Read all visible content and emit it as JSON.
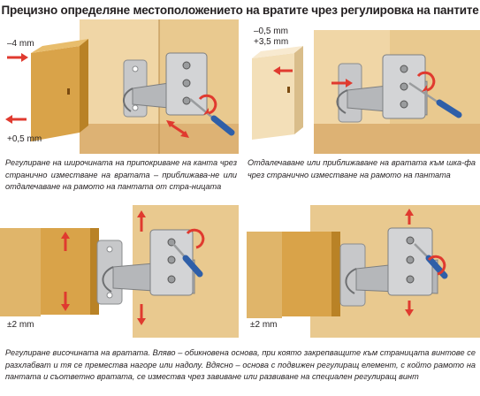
{
  "title": "Прецизно определяне местоположението на вратите чрез регулировка на пантите",
  "panels": [
    {
      "measurements": [
        "–4 mm",
        "+0,5 mm"
      ],
      "caption": "Регулиране на широчината на припокриване на канта чрез странично изместване на вратата – приближава-не или отдалечаване на рамото на пантата от стра-ницата"
    },
    {
      "measurements": [
        "–0,5 mm",
        "+3,5 mm"
      ],
      "caption": "Отдалечаване или приближаване на вратата към шка-фа чрез странично изместване на рамото на пантата"
    },
    {
      "measurements": [
        "±2 mm"
      ]
    },
    {
      "measurements": [
        "±2 mm"
      ]
    }
  ],
  "bottom_caption": "Регулиране височината на вратата. Вляво – обикновена основа, при която закрепващите към страницата винтове се разхлабват и тя се премества нагоре или надолу. Вдясно – основа с подвижен регулиращ елемент, с който рамото на пантата и съответно вратата, се измества чрез завиване или развиване на специален регулиращ винт",
  "colors": {
    "wood": "#e9c98f",
    "wood_dark": "#cfa45c",
    "door": "#d9a349",
    "door_dark": "#b98226",
    "metal": "#c7c8ca",
    "metal_dark": "#8a8c8e",
    "arrow_red": "#e03a2f",
    "screwdriver_blue": "#2f5fa8"
  }
}
